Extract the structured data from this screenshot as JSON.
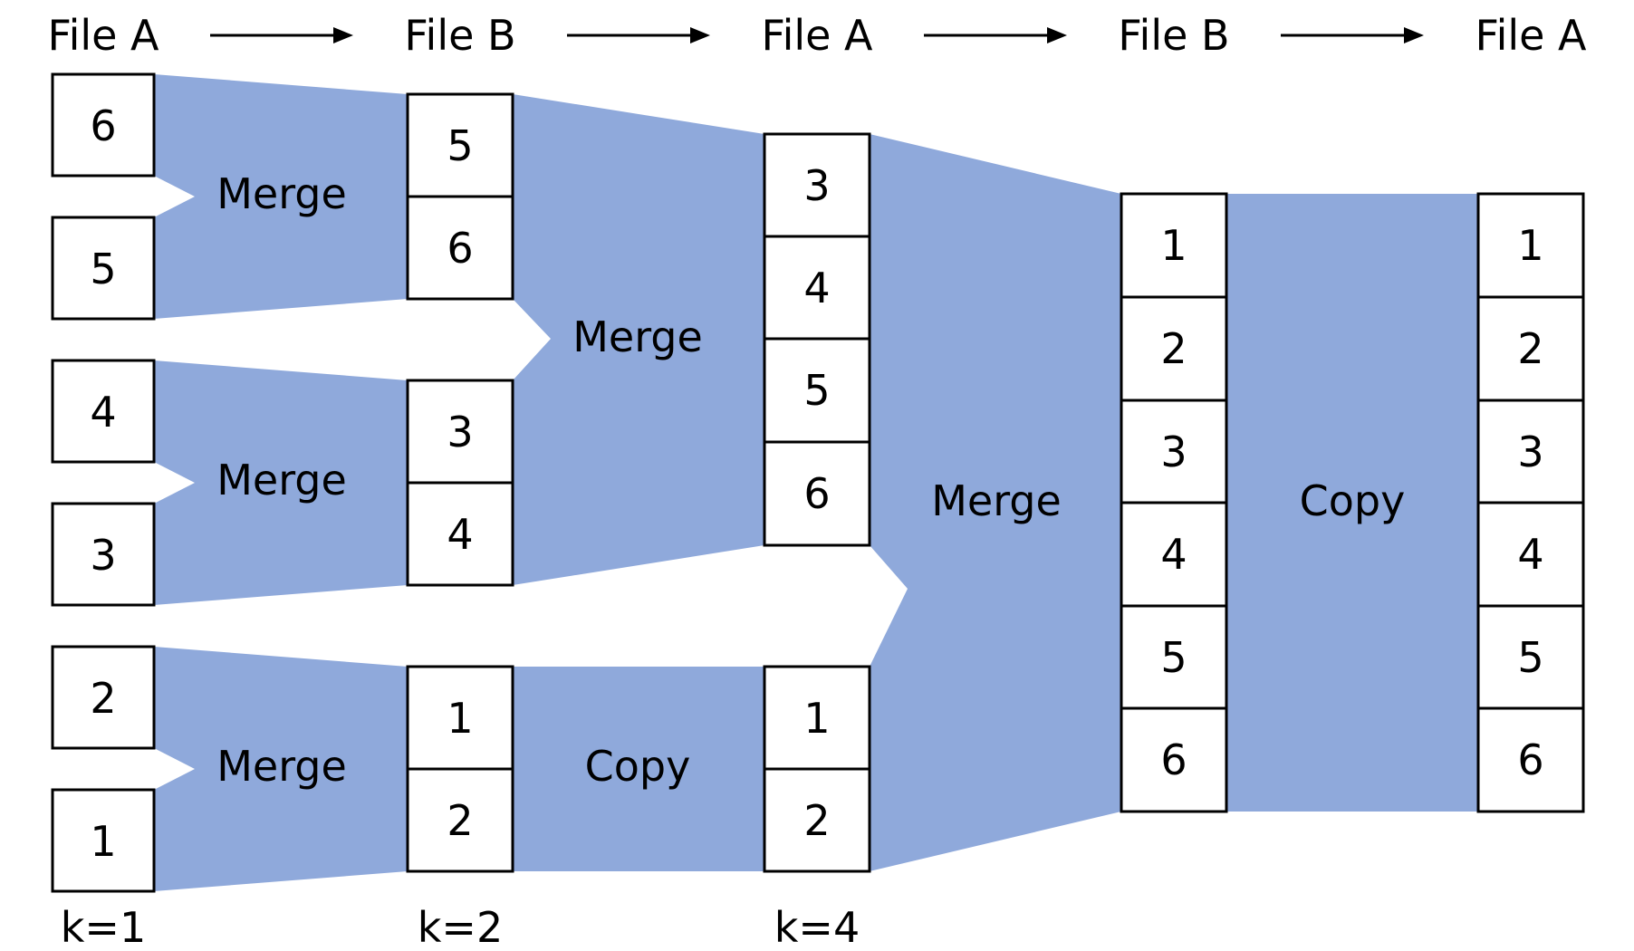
{
  "headers": [
    "File A",
    "File B",
    "File A",
    "File B",
    "File A"
  ],
  "flow_color": "#8fa9db",
  "pass1_input": [
    "6",
    "5",
    "4",
    "3",
    "2",
    "1"
  ],
  "pass2_input": [
    [
      "5",
      "6"
    ],
    [
      "3",
      "4"
    ],
    [
      "1",
      "2"
    ]
  ],
  "pass3_input": [
    [
      "3",
      "4",
      "5",
      "6"
    ],
    [
      "1",
      "2"
    ]
  ],
  "pass4_input": [
    "1",
    "2",
    "3",
    "4",
    "5",
    "6"
  ],
  "final_output": [
    "1",
    "2",
    "3",
    "4",
    "5",
    "6"
  ],
  "operations": {
    "pass1": [
      "Merge",
      "Merge",
      "Merge"
    ],
    "pass2": [
      "Merge",
      "Copy"
    ],
    "pass3": [
      "Merge"
    ],
    "pass4": [
      "Copy"
    ]
  },
  "k_labels": [
    "k=1",
    "k=2",
    "k=4"
  ]
}
